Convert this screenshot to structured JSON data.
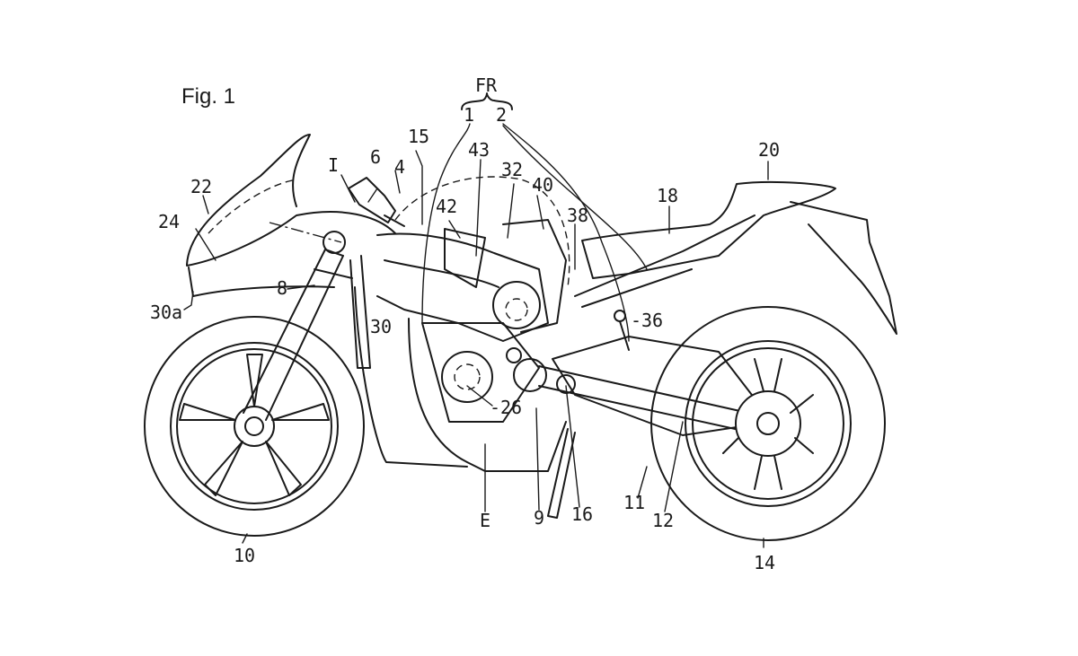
{
  "figure": {
    "title": "Fig. 1",
    "group_label": "FR",
    "labels": {
      "l1": "1",
      "l2": "2",
      "l4": "4",
      "l6": "6",
      "l8": "8",
      "l9": "9",
      "l10": "10",
      "l11": "11",
      "l12": "12",
      "l14": "14",
      "l15": "15",
      "l16": "16",
      "l18": "18",
      "l20": "20",
      "l22": "22",
      "l24": "24",
      "l26": "-26",
      "l30": "30",
      "l30a": "30a",
      "l32": "32",
      "l36": "-36",
      "l38": "38",
      "l40": "40",
      "l42": "42",
      "l43": "43",
      "lE": "E",
      "lI": "I"
    }
  }
}
